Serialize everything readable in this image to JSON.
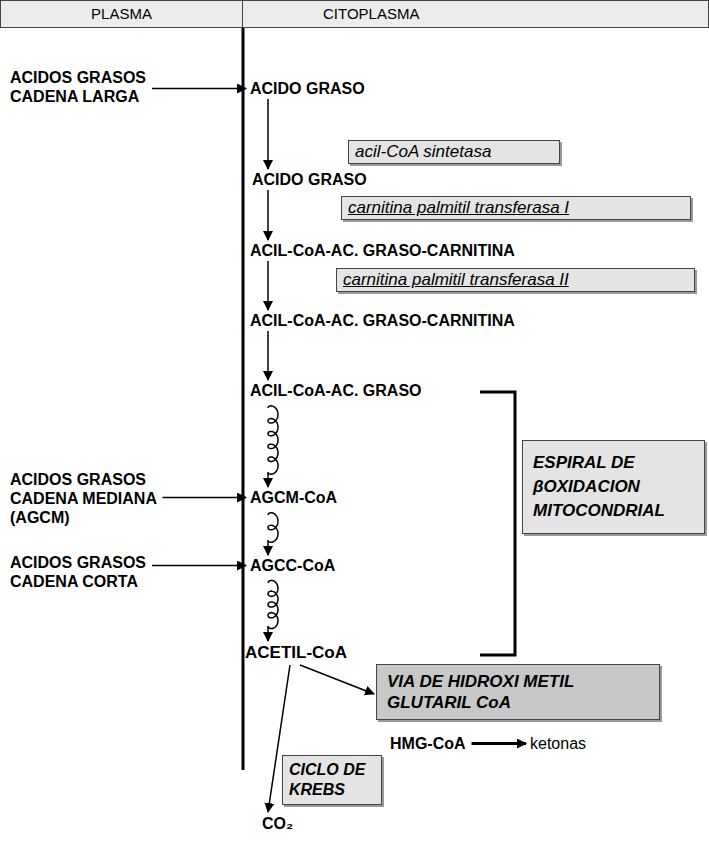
{
  "diagram": {
    "nodes": [
      {
        "text": [
          "PLASMA"
        ]
      },
      {
        "text": [
          "CITOPLASMA"
        ]
      },
      {
        "text": [
          "ACIDOS GRASOS CADENA LARGA"
        ]
      },
      {
        "text": [
          "ACIDO GRASO"
        ]
      },
      {
        "text": [
          "acil-CoA sintetasa"
        ]
      },
      {
        "text": [
          "ACIDO GRASO"
        ]
      },
      {
        "text": [
          "carnitina palmitil transferasa I"
        ]
      },
      {
        "text": [
          "ACIL-CoA-AC. GRASO-CARNITINA"
        ]
      },
      {
        "text": [
          "carnitina palmitil transferasa II"
        ]
      },
      {
        "text": [
          "ACIL-CoA-AC. GRASO-CARNITINA"
        ]
      },
      {
        "text": [
          "ACIL-CoA-AC. GRASO"
        ]
      },
      {
        "text": [
          "ESPIRAL DE βOXIDACION MITOCONDRIAL"
        ]
      },
      {
        "text": [
          "ACIDOS GRASOS CADENA MEDIANA (AGCM)"
        ]
      },
      {
        "text": [
          "AGCM-CoA"
        ]
      },
      {
        "text": [
          "ACIDOS GRASOS CADENA CORTA"
        ]
      },
      {
        "text": [
          "AGCC-CoA"
        ]
      },
      {
        "text": [
          "ACETIL-CoA"
        ]
      },
      {
        "text": [
          "VIA DE HIDROXI METIL GLUTARIL CoA"
        ]
      },
      {
        "text": [
          "HMG-CoA"
        ]
      },
      {
        "text": [
          "ketonas"
        ]
      },
      {
        "text": [
          "CICLO DE KREBS"
        ]
      },
      {
        "text": [
          "CO₂"
        ]
      }
    ],
    "edges": [
      {
        "from": 2,
        "to": 3,
        "arrow": "to"
      },
      {
        "from": 3,
        "to": 5,
        "arrow": "to"
      },
      {
        "from": 5,
        "to": 7,
        "arrow": "to"
      },
      {
        "from": 7,
        "to": 9,
        "arrow": "to"
      },
      {
        "from": 9,
        "to": 10,
        "arrow": "to"
      },
      {
        "from": 10,
        "to": 13,
        "arrow": "to"
      },
      {
        "from": 12,
        "to": 13,
        "arrow": "to"
      },
      {
        "from": 13,
        "to": 15,
        "arrow": "to"
      },
      {
        "from": 14,
        "to": 15,
        "arrow": "to"
      },
      {
        "from": 15,
        "to": 16,
        "arrow": "to"
      },
      {
        "from": 16,
        "to": 17,
        "arrow": "to"
      },
      {
        "from": 18,
        "to": 19,
        "arrow": "to"
      },
      {
        "from": 16,
        "to": 21,
        "arrow": "to"
      }
    ]
  }
}
